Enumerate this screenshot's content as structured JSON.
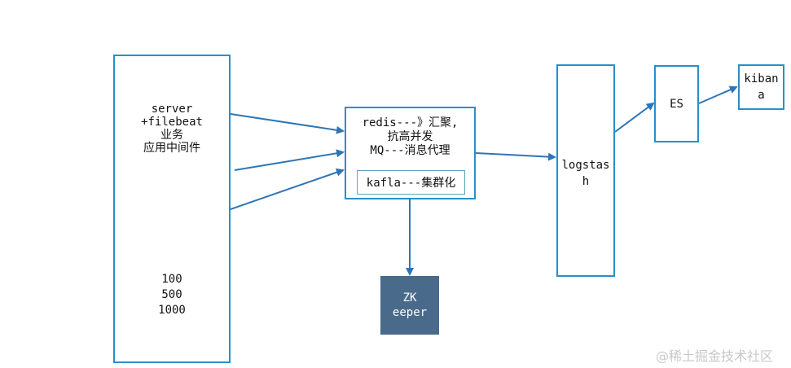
{
  "server": {
    "lines": [
      "server",
      "+filebeat",
      "业务",
      "应用中间件"
    ],
    "counts": [
      "100",
      "500",
      "1000"
    ]
  },
  "redis": {
    "lines": [
      "redis---》汇聚,",
      "抗高并发",
      "MQ---消息代理"
    ],
    "kafka_label": "kafla---集群化"
  },
  "zk": {
    "lines": [
      "ZK",
      "eeper"
    ]
  },
  "logstash": {
    "lines": [
      "logstas",
      "h"
    ]
  },
  "es": {
    "label": "ES"
  },
  "kibana": {
    "lines": [
      "kiban",
      "a"
    ]
  },
  "watermark": "@稀土掘金技术社区",
  "colors": {
    "box_border": "#2a8fc8",
    "arrow": "#2e75b6",
    "zk_fill": "#4a6a8c"
  }
}
